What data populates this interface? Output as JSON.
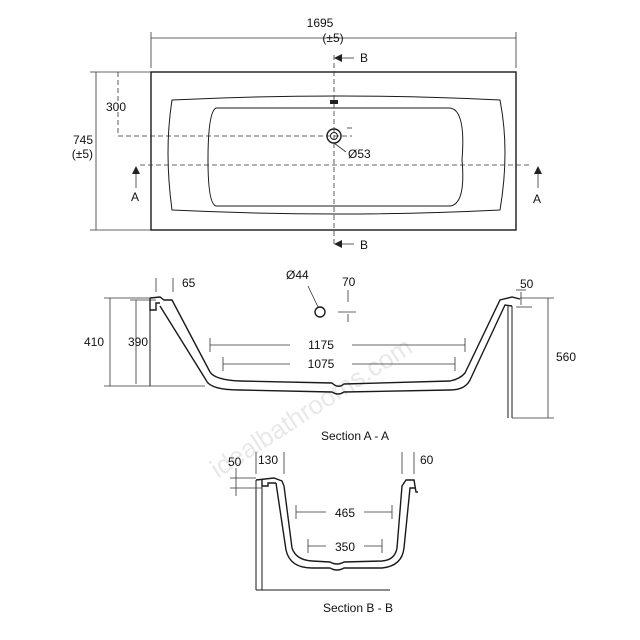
{
  "watermark": "idealbathrooms.com",
  "top_view": {
    "length": "1695",
    "length_tol": "(±5)",
    "width": "745",
    "width_tol": "(±5)",
    "waste_offset": "300",
    "waste_diameter": "Ø53",
    "section_a": "A",
    "section_b": "B"
  },
  "section_aa": {
    "caption": "Section A - A",
    "rim_width": "65",
    "overflow_diameter": "Ø44",
    "overflow_offset": "70",
    "rim_right": "50",
    "outer_depth": "410",
    "inner_depth": "390",
    "total_height": "560",
    "top_length": "1175",
    "base_length": "1075"
  },
  "section_bb": {
    "caption": "Section B - B",
    "rim_thickness": "50",
    "rim_left": "130",
    "rim_right": "60",
    "top_width": "465",
    "base_width": "350"
  }
}
